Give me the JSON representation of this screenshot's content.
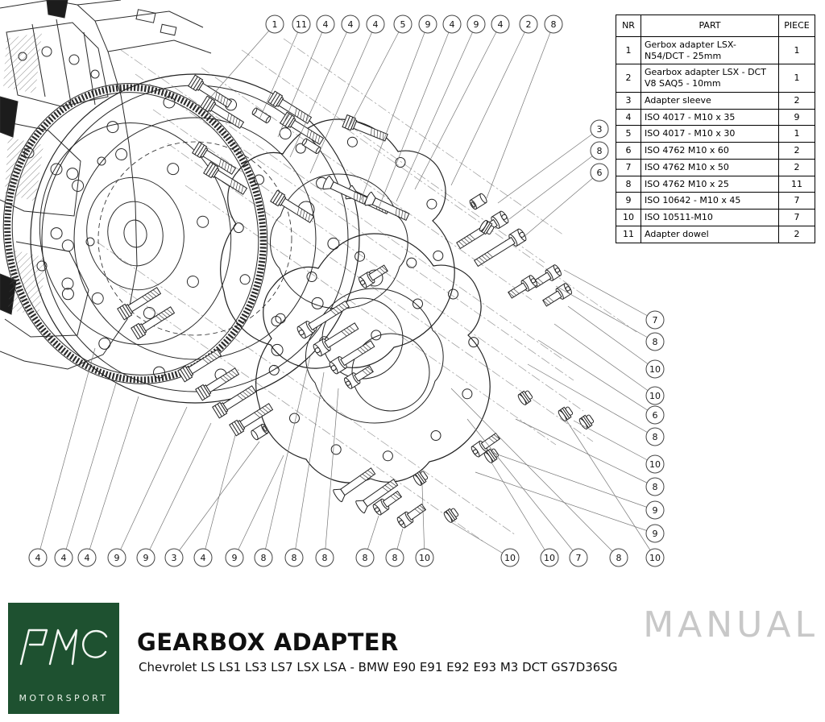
{
  "table": {
    "headers": [
      "NR",
      "PART",
      "PIECE"
    ],
    "rows": [
      {
        "nr": "1",
        "part": "Gerbox adapter LSX-N54/DCT - 25mm",
        "piece": "1"
      },
      {
        "nr": "2",
        "part": "Gearbox adapter LSX - DCT V8 SAQ5 - 10mm",
        "piece": "1"
      },
      {
        "nr": "3",
        "part": "Adapter sleeve",
        "piece": "2"
      },
      {
        "nr": "4",
        "part": "ISO 4017 - M10 x 35",
        "piece": "9"
      },
      {
        "nr": "5",
        "part": "ISO 4017 - M10 x 30",
        "piece": "1"
      },
      {
        "nr": "6",
        "part": "ISO 4762 M10 x 60",
        "piece": "2"
      },
      {
        "nr": "7",
        "part": "ISO 4762 M10 x 50",
        "piece": "2"
      },
      {
        "nr": "8",
        "part": "ISO 4762 M10 x 25",
        "piece": "11"
      },
      {
        "nr": "9",
        "part": "ISO 10642 - M10 x 45",
        "piece": "7"
      },
      {
        "nr": "10",
        "part": "ISO 10511-M10",
        "piece": "7"
      },
      {
        "nr": "11",
        "part": "Adapter dowel",
        "piece": "2"
      }
    ]
  },
  "callouts": {
    "top": [
      "1",
      "11",
      "4",
      "4",
      "4",
      "5",
      "9",
      "4",
      "9",
      "4",
      "2",
      "8"
    ],
    "right_upper": [
      "3",
      "8",
      "6"
    ],
    "right_lower": [
      "7",
      "8",
      "10",
      "10",
      "6",
      "8",
      "10",
      "8",
      "9",
      "9"
    ],
    "bottom": [
      "4",
      "4",
      "4",
      "9",
      "9",
      "3",
      "4",
      "9",
      "8",
      "8",
      "8",
      "8",
      "8",
      "10",
      "10",
      "10",
      "7",
      "8",
      "10"
    ]
  },
  "footer": {
    "title": "GEARBOX ADAPTER",
    "subtitle": "Chevrolet LS LS1 LS3 LS7 LSX LSA - BMW E90 E91 E92 E93 M3 DCT GS7D36SG",
    "watermark": "MANUAL",
    "logo_text": "MOTORSPORT"
  },
  "colors": {
    "logo_bg": "#1e5130",
    "watermark": "#c8c8c8",
    "line": "#222222"
  }
}
